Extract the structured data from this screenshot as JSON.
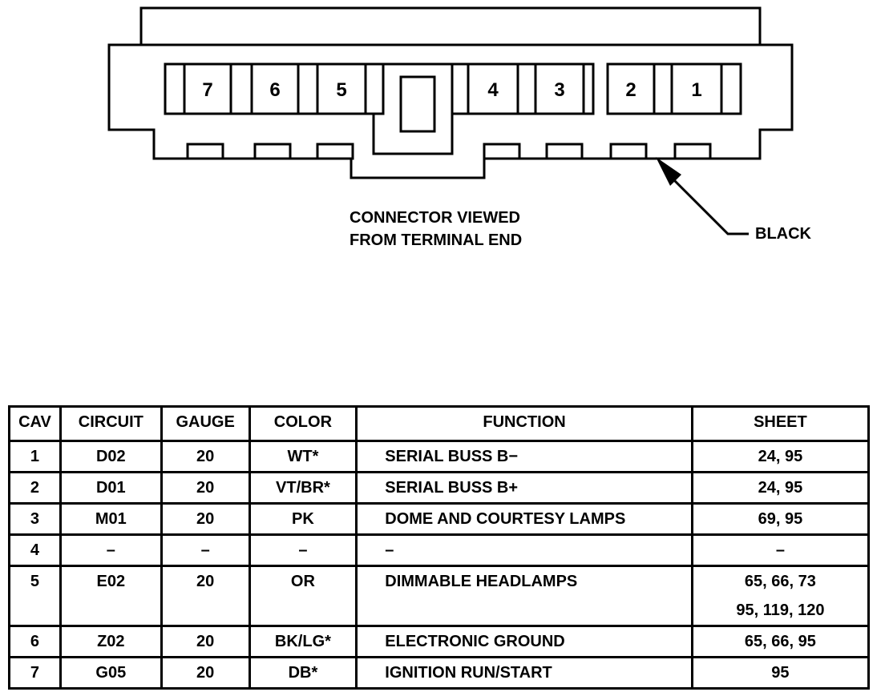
{
  "connector": {
    "cavities_top_left": [
      "7",
      "6",
      "5"
    ],
    "cavities_top_right": [
      "4",
      "3",
      "2",
      "1"
    ],
    "caption_line1": "CONNECTOR VIEWED",
    "caption_line2": "FROM TERMINAL END",
    "color_callout": "BLACK"
  },
  "table": {
    "headers": [
      "CAV",
      "CIRCUIT",
      "GAUGE",
      "COLOR",
      "FUNCTION",
      "SHEET"
    ],
    "rows": [
      {
        "cav": "1",
        "circuit": "D02",
        "gauge": "20",
        "color": "WT*",
        "function": "SERIAL BUSS B−",
        "sheet": [
          "24, 95"
        ]
      },
      {
        "cav": "2",
        "circuit": "D01",
        "gauge": "20",
        "color": "VT/BR*",
        "function": "SERIAL BUSS B+",
        "sheet": [
          "24, 95"
        ]
      },
      {
        "cav": "3",
        "circuit": "M01",
        "gauge": "20",
        "color": "PK",
        "function": "DOME AND COURTESY LAMPS",
        "sheet": [
          "69, 95"
        ]
      },
      {
        "cav": "4",
        "circuit": "–",
        "gauge": "–",
        "color": "–",
        "function": "–",
        "sheet": [
          "–"
        ]
      },
      {
        "cav": "5",
        "circuit": "E02",
        "gauge": "20",
        "color": "OR",
        "function": "DIMMABLE HEADLAMPS",
        "sheet": [
          "65, 66, 73",
          "95, 119, 120"
        ]
      },
      {
        "cav": "6",
        "circuit": "Z02",
        "gauge": "20",
        "color": "BK/LG*",
        "function": "ELECTRONIC GROUND",
        "sheet": [
          "65, 66, 95"
        ]
      },
      {
        "cav": "7",
        "circuit": "G05",
        "gauge": "20",
        "color": "DB*",
        "function": "IGNITION RUN/START",
        "sheet": [
          "95"
        ]
      }
    ]
  }
}
